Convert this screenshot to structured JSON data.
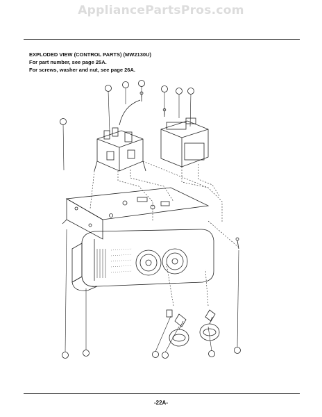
{
  "watermark": "AppliancePartsPros.com",
  "header": {
    "title": "EXPLODED VIEW (CONTROL PARTS) (MW2130U)",
    "line2": "For part number, see page 25A.",
    "line3": "For screws, washer and nut, see page 26A."
  },
  "page_number": "-22A-",
  "colors": {
    "ink": "#222222",
    "watermark": "#dcdcdc",
    "background": "#ffffff"
  }
}
